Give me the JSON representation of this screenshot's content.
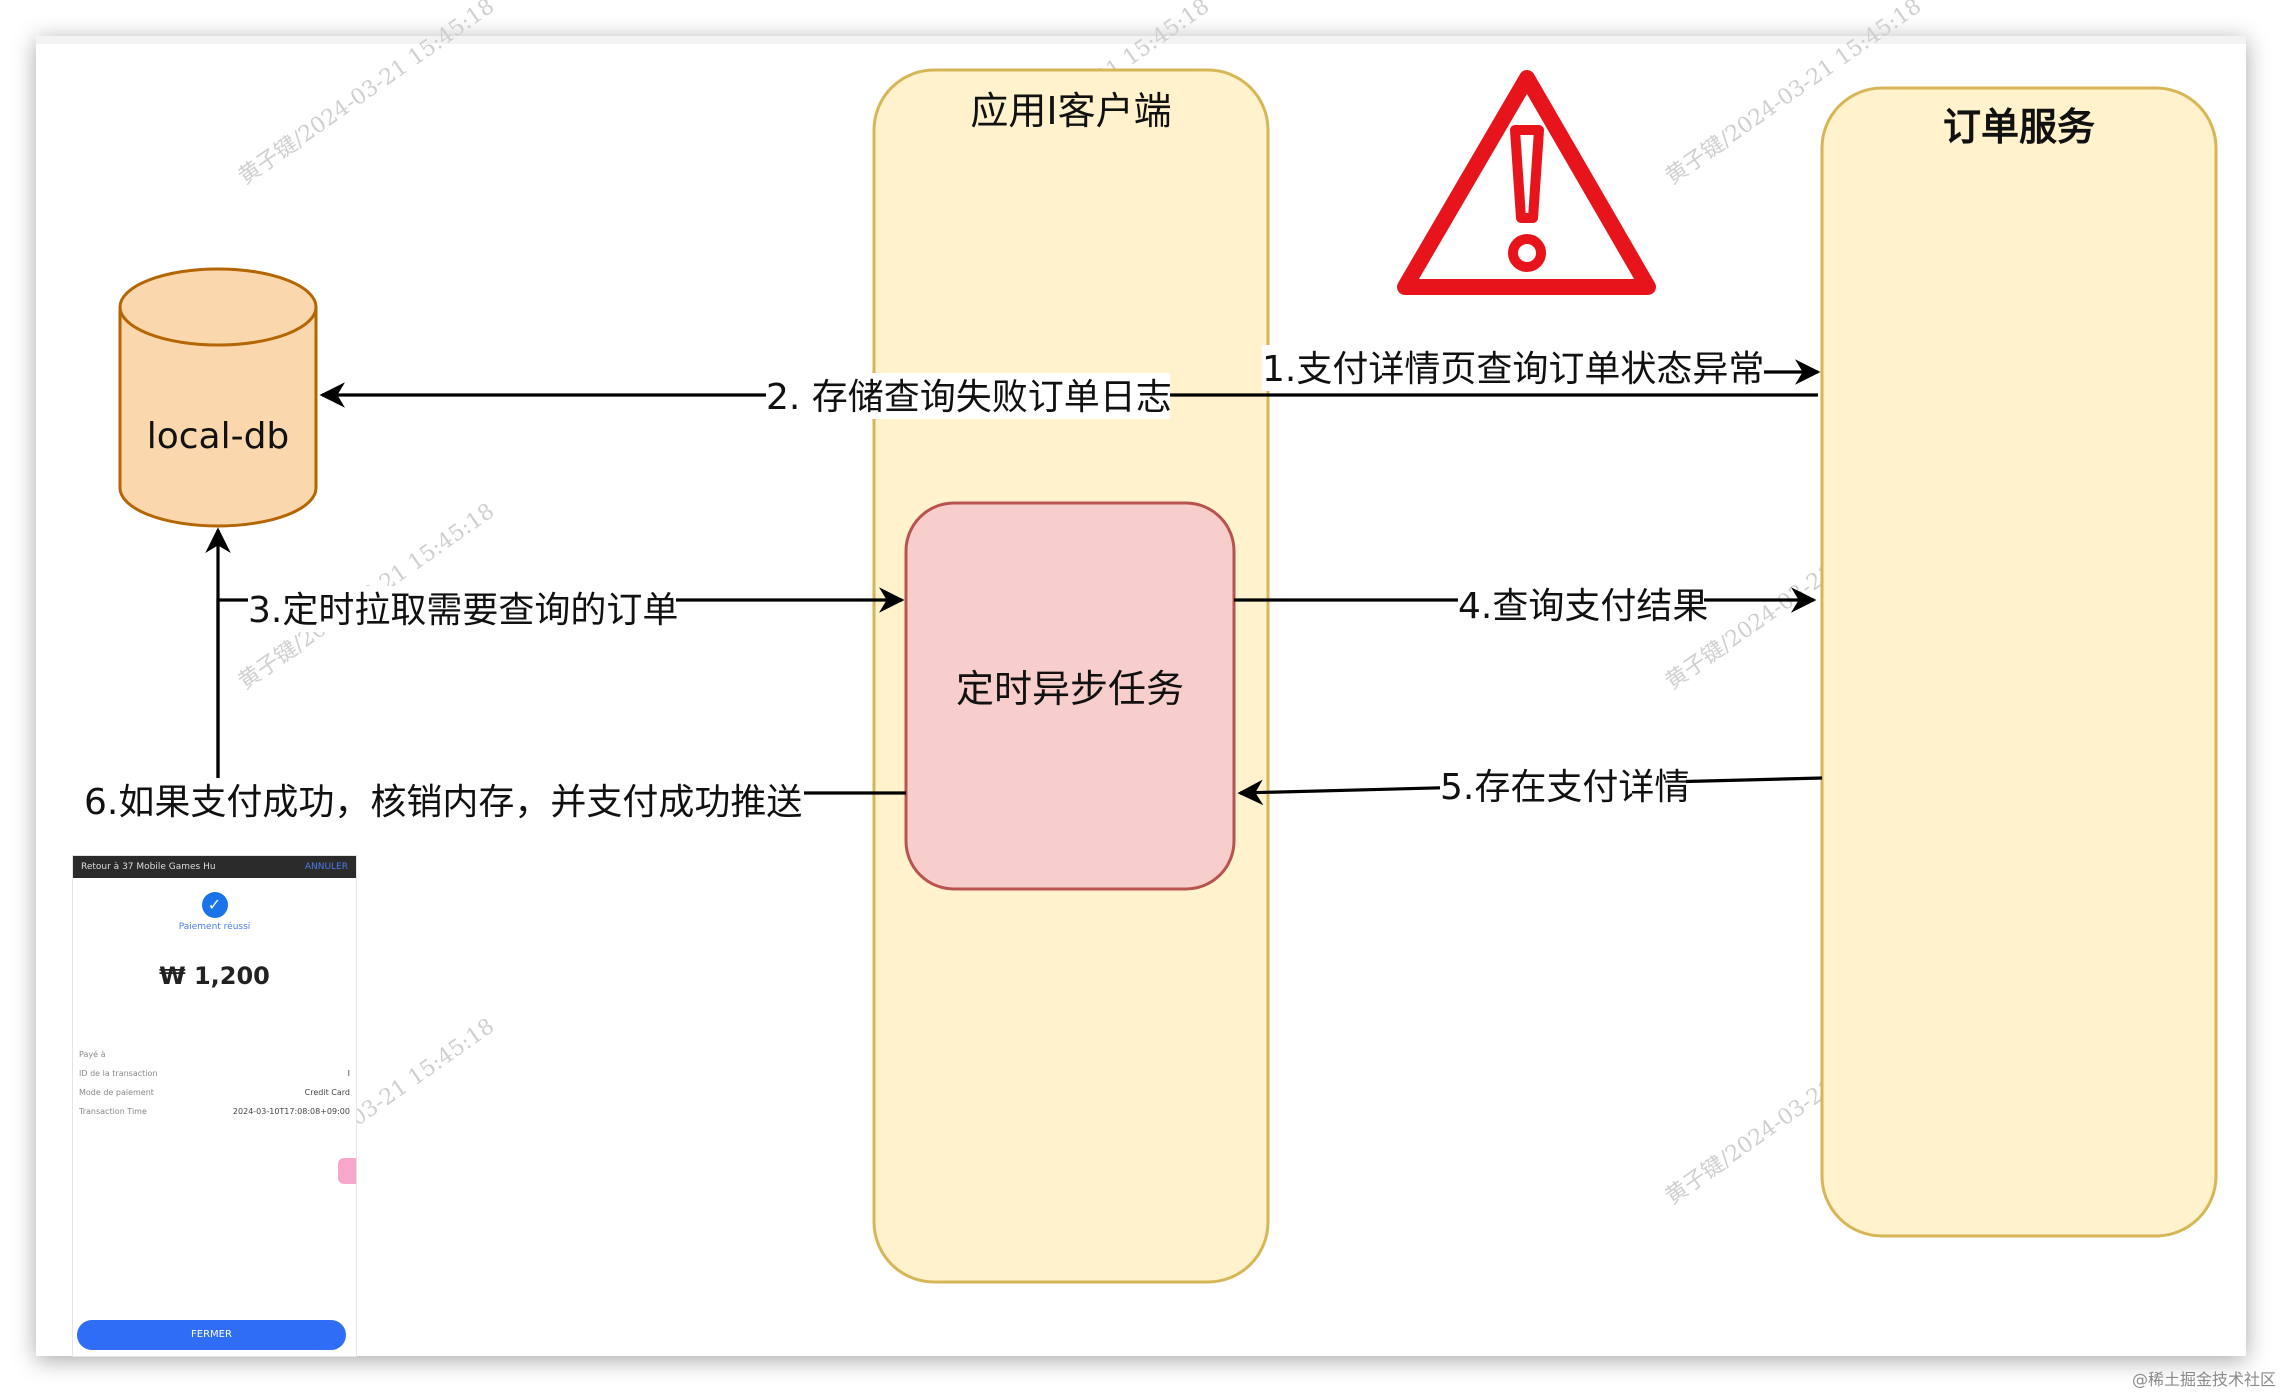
{
  "nodes": {
    "db": "local-db",
    "client": "应用I客户端",
    "async_task": "定时异步任务",
    "order_service": "订单服务"
  },
  "edges": {
    "e1": "1.支付详情页查询订单状态异常",
    "e2": "2. 存储查询失败订单日志",
    "e3": "3.定时拉取需要查询的订单",
    "e4": "4.查询支付结果",
    "e5": "5.存在支付详情",
    "e6": "6.如果支付成功，核销内存，并支付成功推送"
  },
  "warning_icon": "warning-triangle-icon",
  "colors": {
    "db_fill": "#fad7ac",
    "db_stroke": "#b46504",
    "lane_fill": "#fff2cc",
    "lane_stroke": "#d6b656",
    "task_fill": "#f8cecc",
    "task_stroke": "#b85450",
    "warning": "#e8141c"
  },
  "watermark": "黄子键/2024-03-21 15:45:18",
  "footer": "@稀土掘金技术社区",
  "payment_screenshot": {
    "header_left": "Retour à 37 Mobile Games Hu",
    "header_right": "ANNULER",
    "status": "Paiement réussi",
    "amount": "₩ 1,200",
    "rows": [
      {
        "label": "Payé à",
        "value": ""
      },
      {
        "label": "ID de la transaction",
        "value": "I"
      },
      {
        "label": "Mode de paiement",
        "value": "Credit Card"
      },
      {
        "label": "Transaction Time",
        "value": "2024-03-10T17:08:08+09:00"
      }
    ],
    "button": "FERMER"
  }
}
